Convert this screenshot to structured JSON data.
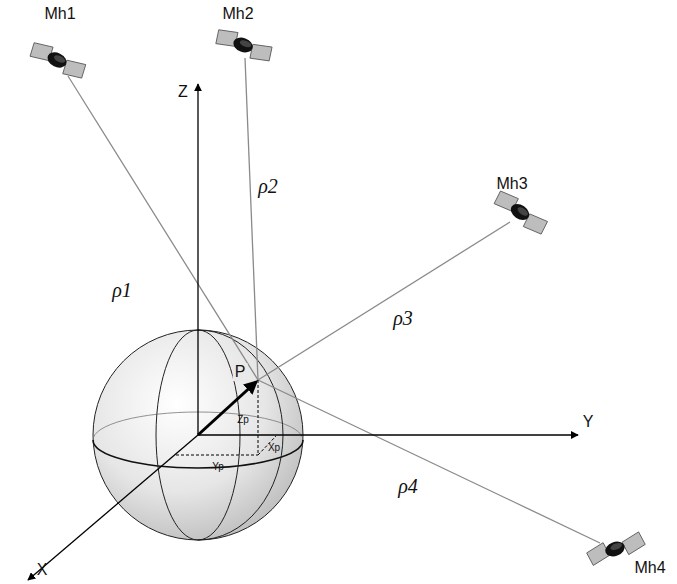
{
  "diagram": {
    "labels": [
      "Mh1",
      "Mh2",
      "Mh3",
      "Mh4",
      "ρ1",
      "ρ2",
      "ρ3",
      "ρ4",
      "Z",
      "Y",
      "X",
      "P",
      "Zp",
      "Yp",
      "Xp"
    ]
  }
}
